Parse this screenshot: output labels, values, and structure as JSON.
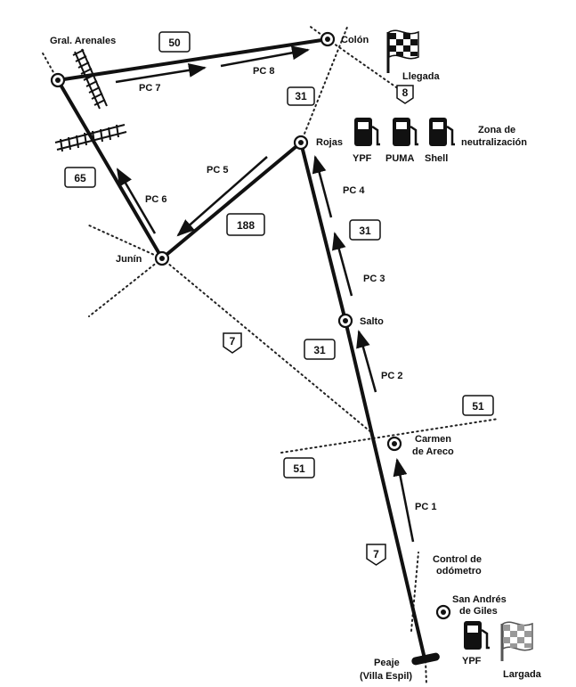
{
  "places": {
    "gral_arenales": "Gral. Arenales",
    "colon": "Colón",
    "rojas": "Rojas",
    "junin": "Junín",
    "salto": "Salto",
    "carmen_1": "Carmen",
    "carmen_2": "de Areco",
    "san_andres_1": "San Andrés",
    "san_andres_2": "de Giles",
    "peaje_1": "Peaje",
    "peaje_2": "(Villa Espil)"
  },
  "checkpoints": {
    "pc1": "PC 1",
    "pc2": "PC 2",
    "pc3": "PC 3",
    "pc4": "PC 4",
    "pc5": "PC 5",
    "pc6": "PC 6",
    "pc7": "PC 7",
    "pc8": "PC 8"
  },
  "labels": {
    "llegada": "Llegada",
    "largada": "Largada",
    "control_1": "Control de",
    "control_2": "odómetro",
    "zona_1": "Zona de",
    "zona_2": "neutralización"
  },
  "fuel": {
    "ypf": "YPF",
    "puma": "PUMA",
    "shell": "Shell",
    "ypf_start": "YPF"
  },
  "routes": {
    "r50": "50",
    "r8": "8",
    "r31_top": "31",
    "r65": "65",
    "r188": "188",
    "r31_mid": "31",
    "r7_left": "7",
    "r31_low": "31",
    "r51_right": "51",
    "r51_left": "51",
    "r7_bottom": "7"
  },
  "icons": [
    "city-marker-icon",
    "checkered-flag-icon",
    "fuel-pump-icon",
    "railway-crossing-icon",
    "route-shield-icon",
    "direction-arrow-icon"
  ]
}
